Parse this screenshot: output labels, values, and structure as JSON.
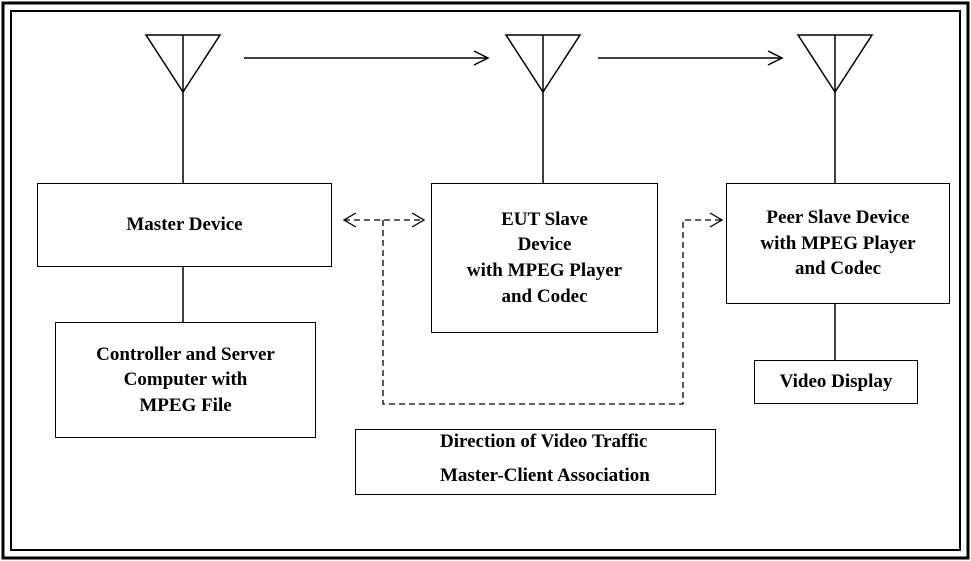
{
  "boxes": {
    "master": {
      "lines": [
        "Master Device"
      ]
    },
    "eut": {
      "lines": [
        "EUT Slave",
        "Device",
        "with MPEG Player",
        "and Codec"
      ]
    },
    "peer": {
      "lines": [
        "Peer Slave Device",
        "with MPEG Player",
        "and Codec"
      ]
    },
    "controller": {
      "lines": [
        "Controller and Server",
        "Computer with",
        "MPEG File"
      ]
    },
    "video": {
      "lines": [
        "Video Display"
      ]
    }
  },
  "legend": {
    "video_traffic": "Direction of Video Traffic",
    "association": "Master-Client Association"
  }
}
